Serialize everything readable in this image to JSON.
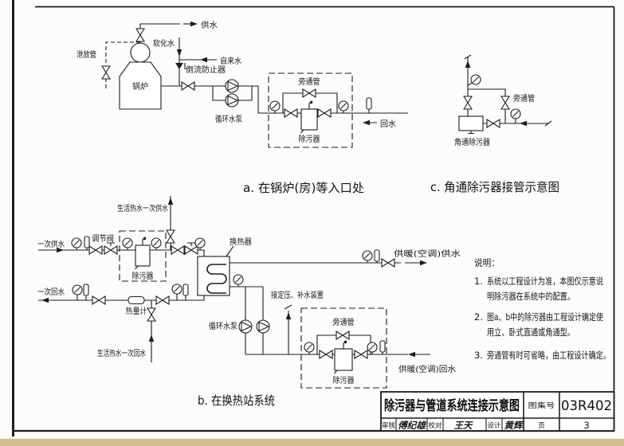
{
  "colors": {
    "ink": "#1c1c1c",
    "paper": "#fcfcfa",
    "bottom_strip": "#d3bd92"
  },
  "diagram_a": {
    "caption": "a. 在锅炉(房)等入口处",
    "labels": {
      "supply_water": "供水",
      "drain_pipe": "泄放管",
      "softened_water": "软化水",
      "tap_water": "自来水",
      "backflow_preventer": "倒流防止器",
      "boiler": "锅炉",
      "circulation_pump": "循环水泵",
      "bypass_pipe": "旁通管",
      "dirt_separator": "除污器",
      "return_water": "回水"
    }
  },
  "diagram_c": {
    "caption": "c. 角通除污器接管示意图",
    "labels": {
      "bypass_pipe": "旁通管",
      "angle_dirt_separator": "角通除污器"
    }
  },
  "diagram_b": {
    "caption": "b. 在换热站系统",
    "labels": {
      "dhw_primary_supply": "生活热水一次供水",
      "primary_supply": "一次供水",
      "regulating_valve": "调节阀",
      "dirt_separator_1": "除污器",
      "heat_exchanger": "换热器",
      "heating_ac_supply": "供暖(空调)供水",
      "pressure_makeup": "接定压、补水装置",
      "primary_return": "一次回水",
      "heat_meter": "热量计",
      "dhw_primary_return": "生活热水一次回水",
      "circulation_pump": "循环水泵",
      "bypass_pipe": "旁通管",
      "dirt_separator_2": "除污器",
      "heating_ac_return": "供暖(空调)回水"
    }
  },
  "notes": {
    "heading": "说明：",
    "items": [
      {
        "num": "1.",
        "line1": "系统以工程设计为准，本图仅示意说",
        "line2": "明除污器在系统中的配置。"
      },
      {
        "num": "2.",
        "line1": "图a、b中的除污器由工程设计确定使",
        "line2": "用立、卧式直通或角通型。"
      },
      {
        "num": "3.",
        "line1": "旁通管有时可省略，由工程设计确定。",
        "line2": ""
      }
    ]
  },
  "title_block": {
    "title": "除污器与管道系统连接示意图",
    "atlas_label": "图集号",
    "atlas_number": "03R402",
    "page_label": "页",
    "page_number": "3",
    "reviewer_label": "审核",
    "reviewer_name": "傅纪雄",
    "checker_label": "校对",
    "checker_name": "王天",
    "designer_label": "设计",
    "designer_name": "黄辉"
  }
}
